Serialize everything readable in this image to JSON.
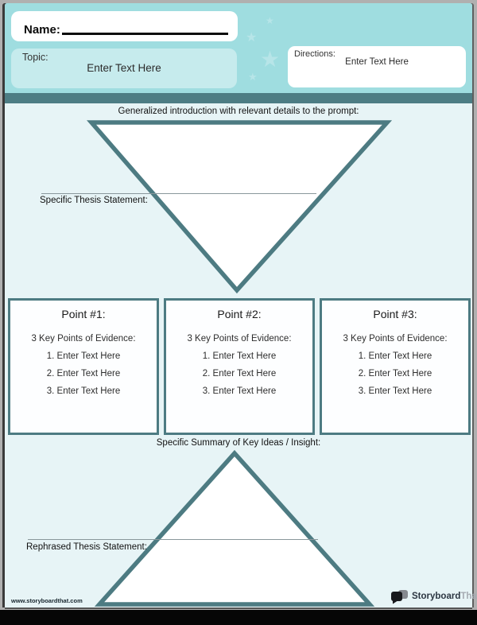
{
  "colors": {
    "header_teal": "#9fdde0",
    "panel_teal": "#c6ebed",
    "accent_dark_teal": "#4d7b82",
    "page_bg": "#e7f4f6",
    "star_teal": "#b7e5e8",
    "brand_dark": "#2c3642",
    "brand_gray": "#a6abb2"
  },
  "header": {
    "name_label": "Name:",
    "topic_label": "Topic:",
    "topic_value": "Enter Text Here",
    "directions_label": "Directions:",
    "directions_value": "Enter Text Here",
    "star_icon": "★"
  },
  "main": {
    "intro_prompt": "Generalized introduction with relevant details to the prompt:",
    "thesis_label": "Specific Thesis Statement:",
    "summary_label": "Specific Summary of Key Ideas / Insight:",
    "rephrased_label": "Rephrased Thesis Statement:",
    "points": [
      {
        "title": "Point #1:",
        "evidence_label": "3 Key Points of Evidence:",
        "items": [
          "1. Enter Text Here",
          "2. Enter Text Here",
          "3. Enter Text Here"
        ]
      },
      {
        "title": "Point #2:",
        "evidence_label": "3 Key Points of Evidence:",
        "items": [
          "1. Enter Text Here",
          "2. Enter Text Here",
          "3. Enter Text Here"
        ]
      },
      {
        "title": "Point #3:",
        "evidence_label": "3 Key Points of Evidence:",
        "items": [
          "1. Enter Text Here",
          "2. Enter Text Here",
          "3. Enter Text Here"
        ]
      }
    ]
  },
  "footer": {
    "url": "www.storyboardthat.com",
    "brand_primary": "Storyboard",
    "brand_secondary": "That"
  }
}
